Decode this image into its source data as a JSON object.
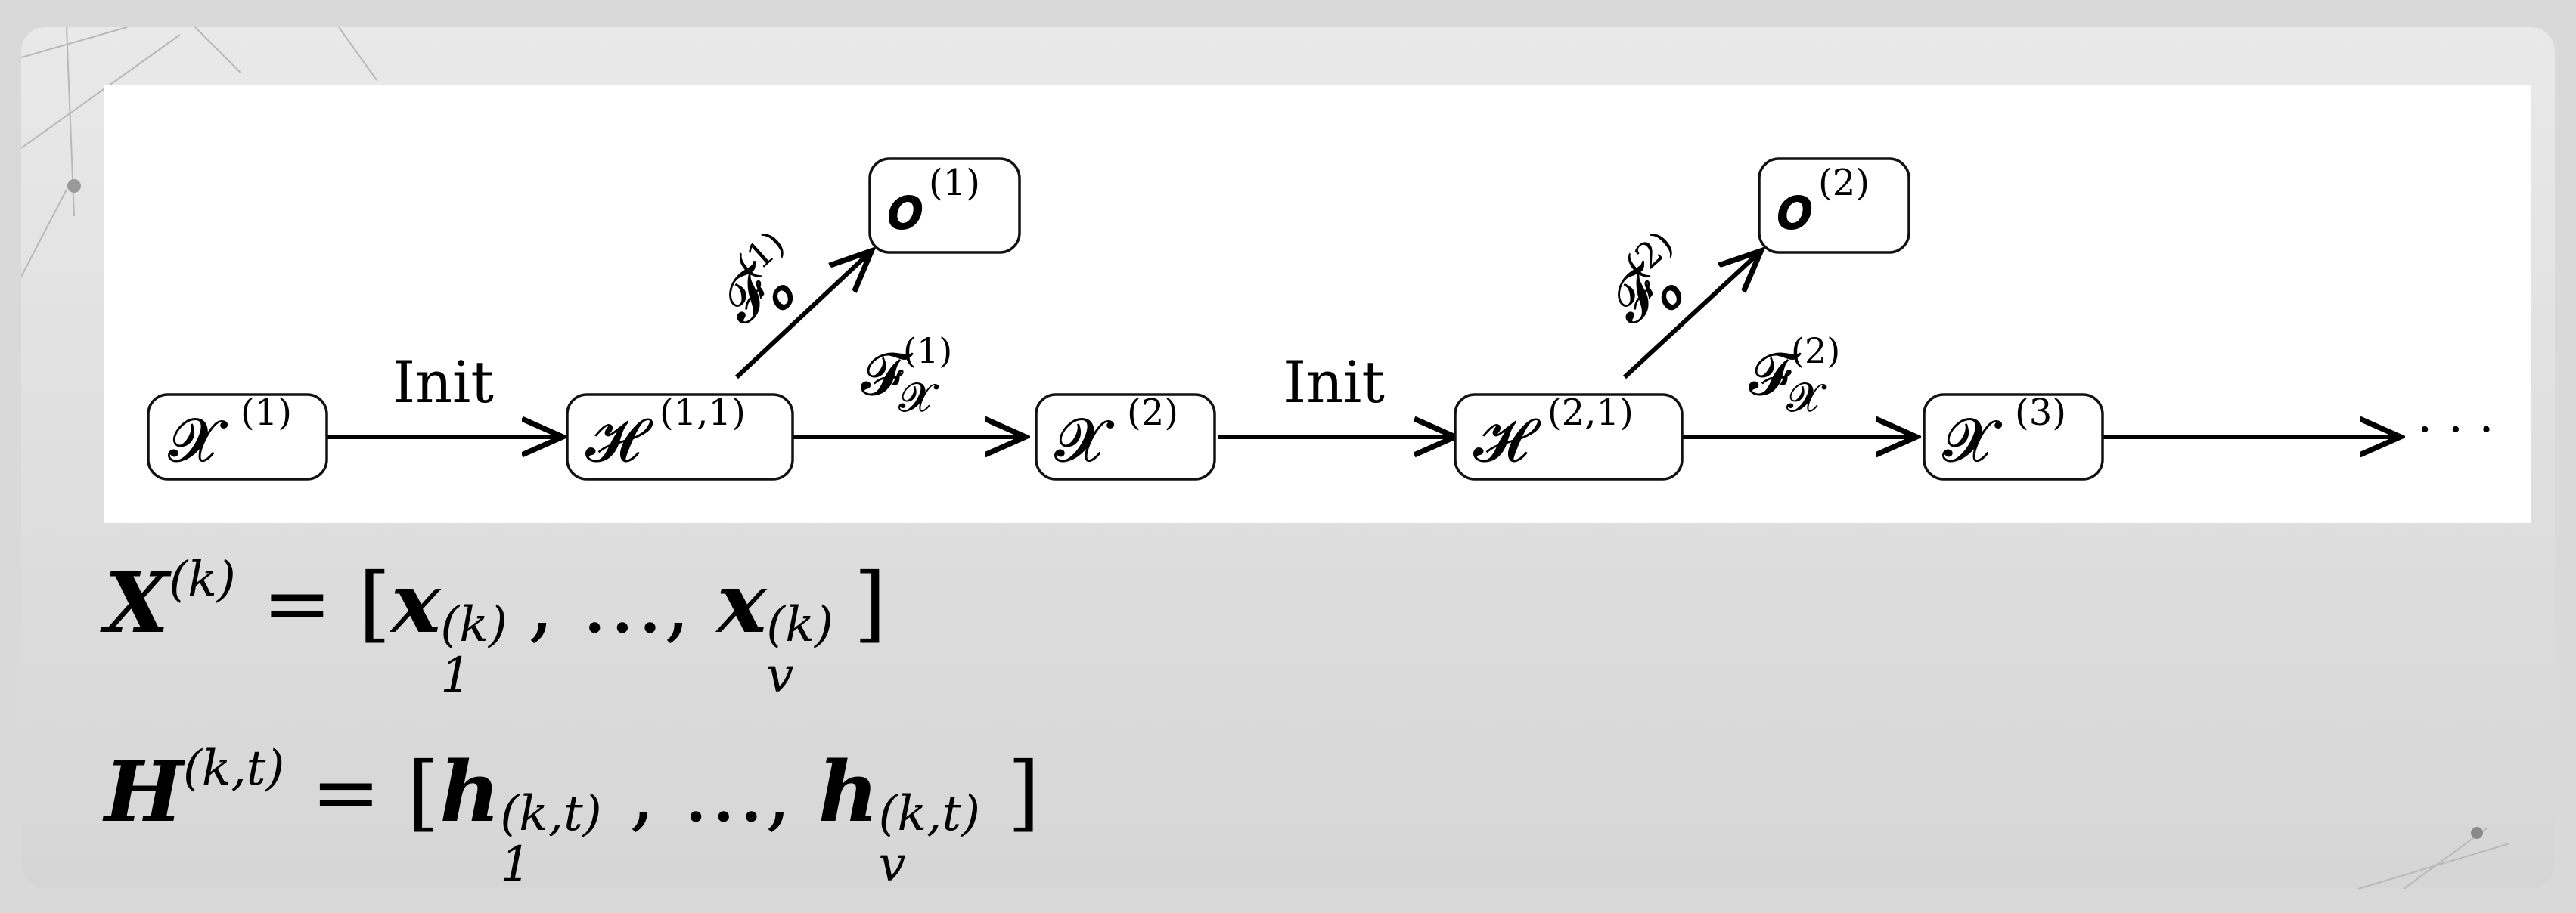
{
  "diagram": {
    "nodes": [
      {
        "id": "x1",
        "symbol": "𝓧",
        "sup": "(1)"
      },
      {
        "id": "h11",
        "symbol": "𝓗",
        "sup": "(1,1)"
      },
      {
        "id": "o1",
        "symbol": "𝒐",
        "sup": "(1)"
      },
      {
        "id": "x2",
        "symbol": "𝓧",
        "sup": "(2)"
      },
      {
        "id": "h21",
        "symbol": "𝓗",
        "sup": "(2,1)"
      },
      {
        "id": "o2",
        "symbol": "𝒐",
        "sup": "(2)"
      },
      {
        "id": "x3",
        "symbol": "𝓧",
        "sup": "(3)"
      }
    ],
    "edges": [
      {
        "from": "x1",
        "to": "h11",
        "label": "Init"
      },
      {
        "from": "h11",
        "to": "o1",
        "label_main": "𝓕",
        "label_sub": "𝒐",
        "label_sup": "(1)"
      },
      {
        "from": "h11",
        "to": "x2",
        "label_main": "𝓕",
        "label_sub": "𝓧",
        "label_sup": "(1)"
      },
      {
        "from": "x2",
        "to": "h21",
        "label": "Init"
      },
      {
        "from": "h21",
        "to": "o2",
        "label_main": "𝓕",
        "label_sub": "𝒐",
        "label_sup": "(2)"
      },
      {
        "from": "h21",
        "to": "x3",
        "label_main": "𝓕",
        "label_sub": "𝓧",
        "label_sup": "(2)"
      },
      {
        "from": "x3",
        "to": "more",
        "label": ""
      }
    ],
    "continuation": "· · ·"
  },
  "equations": {
    "eq1": {
      "lhs": "X",
      "lhs_sup": "(k)",
      "equals": "=",
      "open": "[",
      "first": "x",
      "first_sub": "1",
      "first_sup": "(k)",
      "sep1": ",",
      "dots": "…",
      "sep2": ",",
      "last": "x",
      "last_sub": "v",
      "last_sup": "(k)",
      "close": "]"
    },
    "eq2": {
      "lhs": "H",
      "lhs_sup": "(k,t)",
      "equals": "=",
      "open": "[",
      "first": "h",
      "first_sub": "1",
      "first_sup": "(k,t)",
      "sep1": ",",
      "dots": "…",
      "sep2": ",",
      "last": "h",
      "last_sub": "v",
      "last_sup": "(k,t)",
      "close": "]"
    }
  }
}
